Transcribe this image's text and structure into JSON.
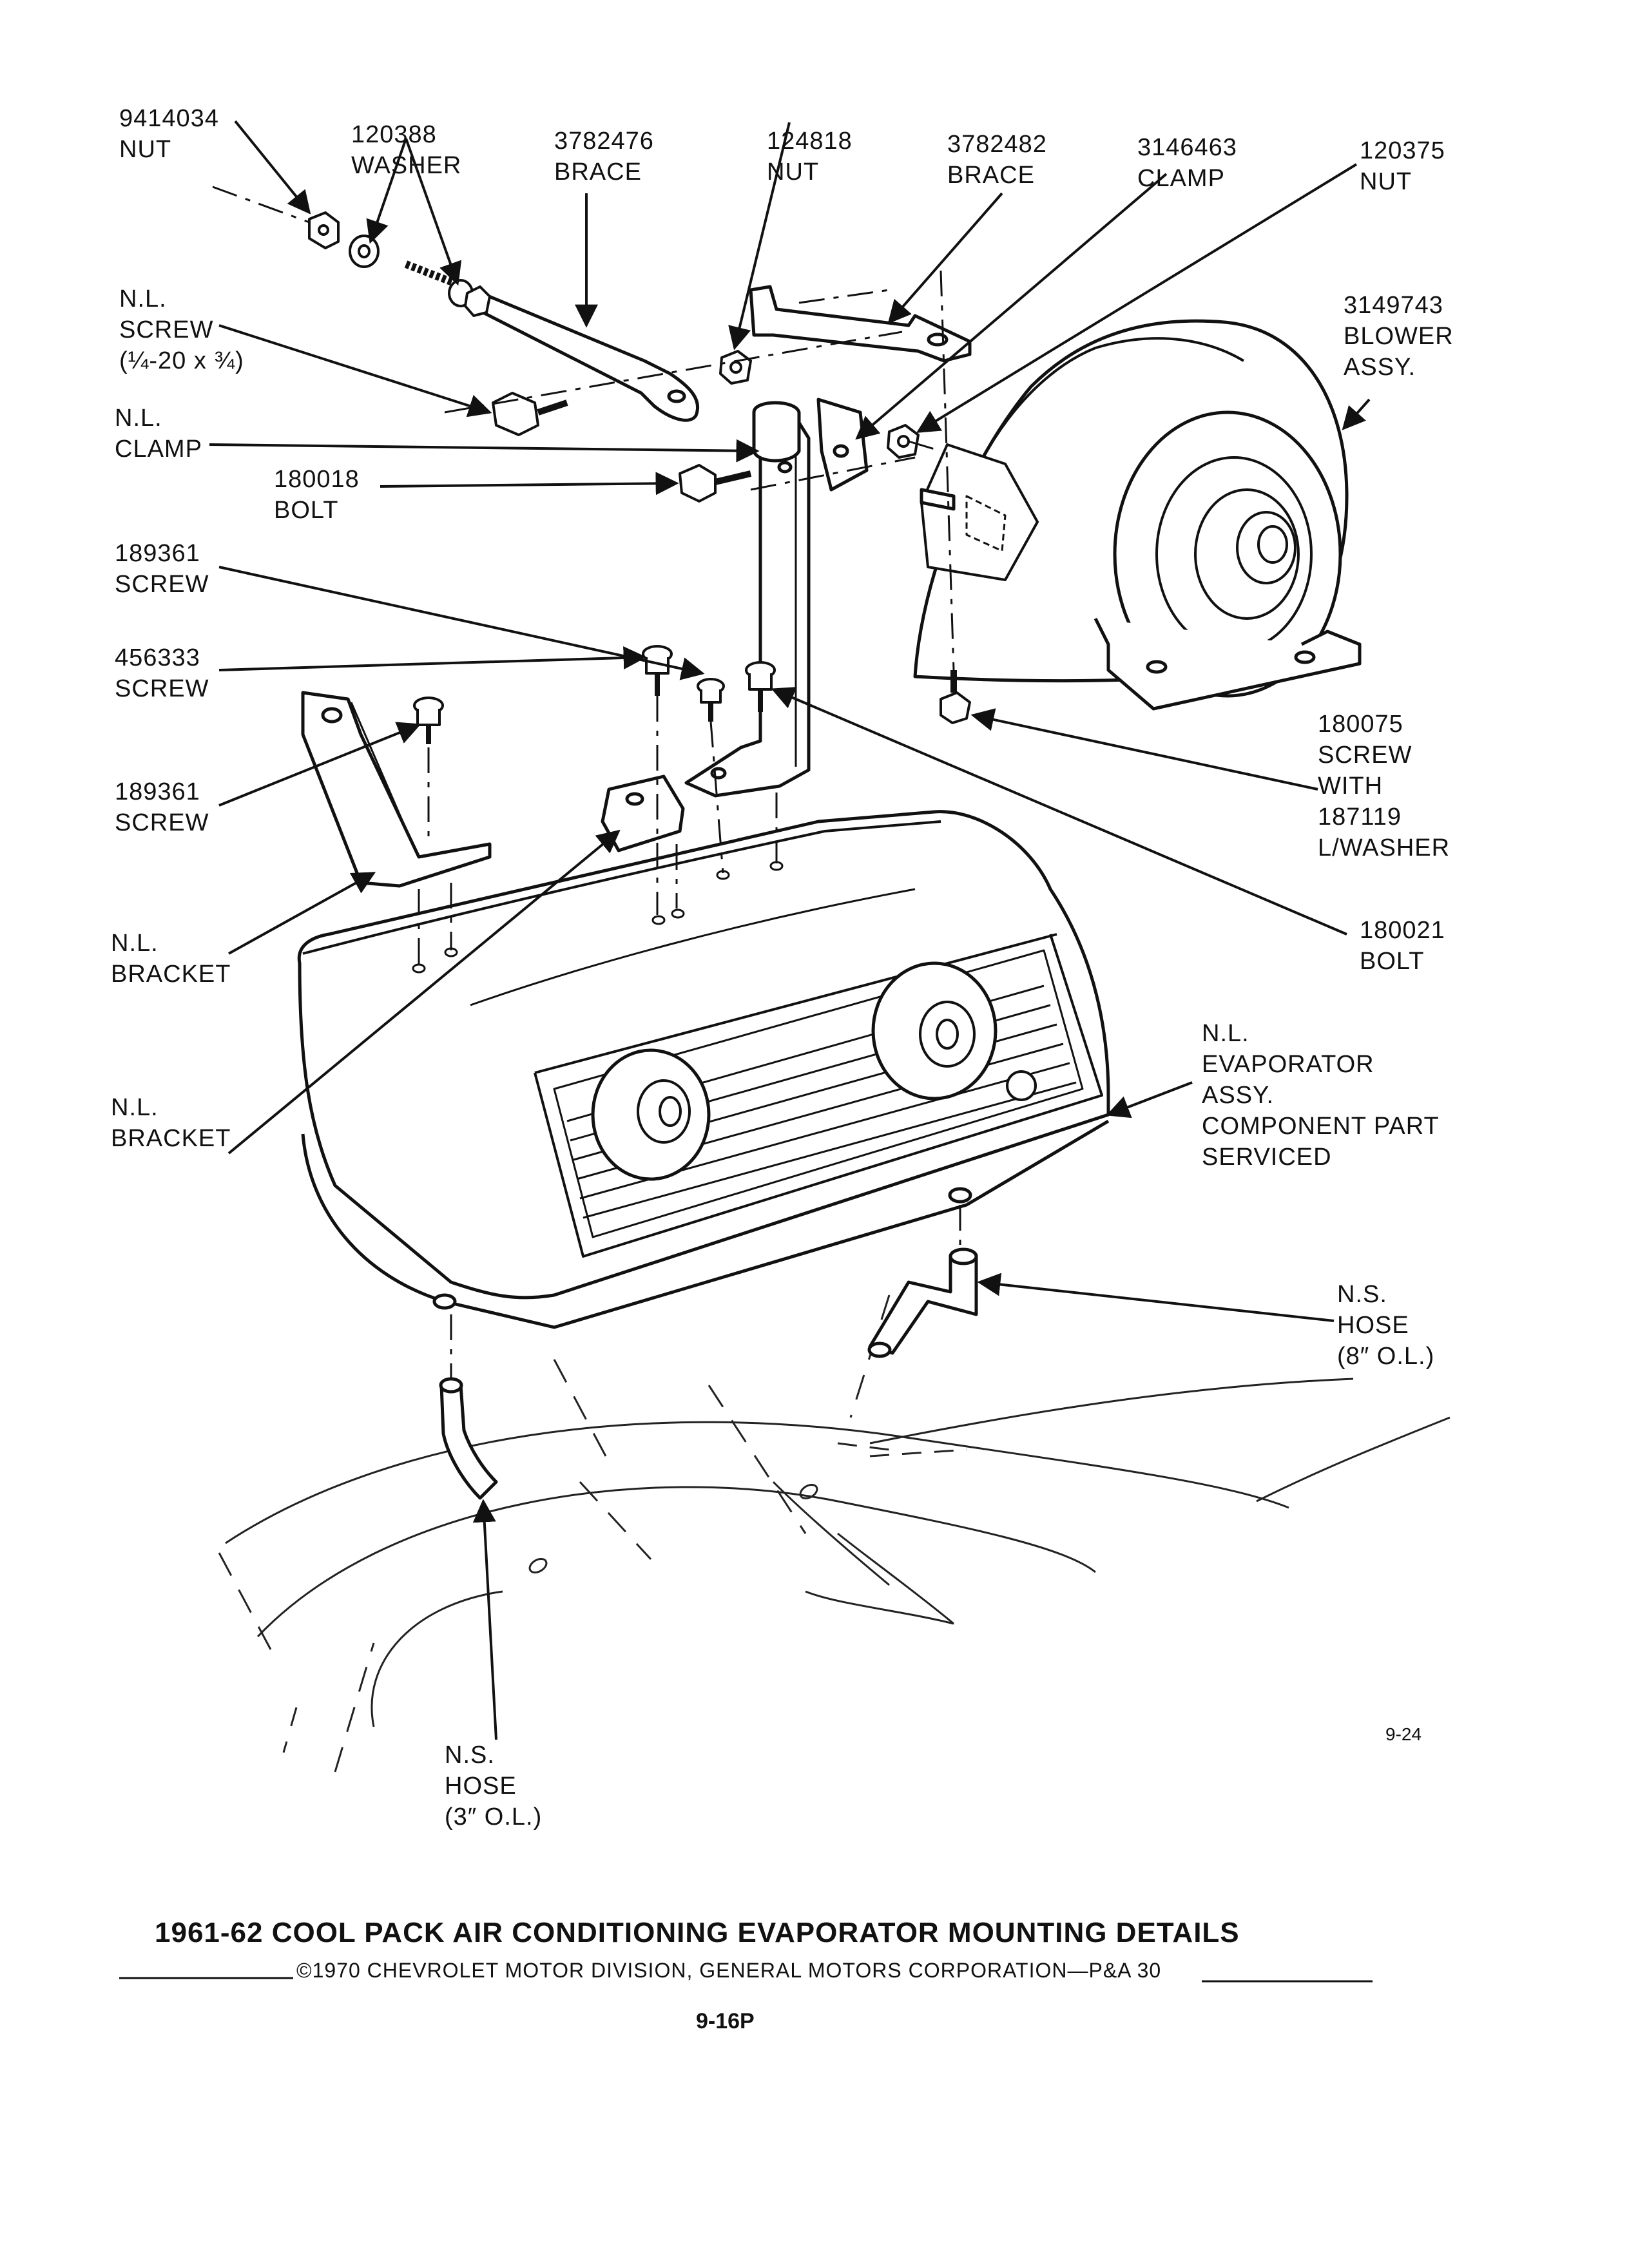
{
  "labels": {
    "nut_9414034": [
      "9414034",
      "NUT"
    ],
    "washer_120388": [
      "120388",
      "WASHER"
    ],
    "brace_3782476": [
      "3782476",
      "BRACE"
    ],
    "nut_124818": [
      "124818",
      "NUT"
    ],
    "brace_3782482": [
      "3782482",
      "BRACE"
    ],
    "clamp_3146463": [
      "3146463",
      "CLAMP"
    ],
    "nut_120375": [
      "120375",
      "NUT"
    ],
    "blower_3149743": [
      "3149743",
      "BLOWER",
      "ASSY."
    ],
    "nl_screw": [
      "N.L.",
      "SCREW",
      "(¼-20 x ¾)"
    ],
    "nl_clamp": [
      "N.L.",
      "CLAMP"
    ],
    "bolt_180018": [
      "180018",
      "BOLT"
    ],
    "screw_189361_a": [
      "189361",
      "SCREW"
    ],
    "screw_456333": [
      "456333",
      "SCREW"
    ],
    "screw_189361_b": [
      "189361",
      "SCREW"
    ],
    "nl_bracket_a": [
      "N.L.",
      "BRACKET"
    ],
    "nl_bracket_b": [
      "N.L.",
      "BRACKET"
    ],
    "screw_180075": [
      "180075",
      "SCREW",
      "WITH",
      "187119",
      "L/WASHER"
    ],
    "bolt_180021": [
      "180021",
      "BOLT"
    ],
    "evaporator": [
      "N.L.",
      "EVAPORATOR",
      "ASSY.",
      "COMPONENT PART",
      "SERVICED"
    ],
    "hose_8": [
      "N.S.",
      "HOSE",
      "(8″ O.L.)"
    ],
    "hose_3": [
      "N.S.",
      "HOSE",
      "(3″ O.L.)"
    ]
  },
  "figure_number": "9-24",
  "caption": "1961-62 COOL PACK AIR CONDITIONING EVAPORATOR MOUNTING DETAILS",
  "copyright": "©1970 CHEVROLET MOTOR DIVISION, GENERAL MOTORS CORPORATION—P&A 30",
  "page_number": "9-16P"
}
